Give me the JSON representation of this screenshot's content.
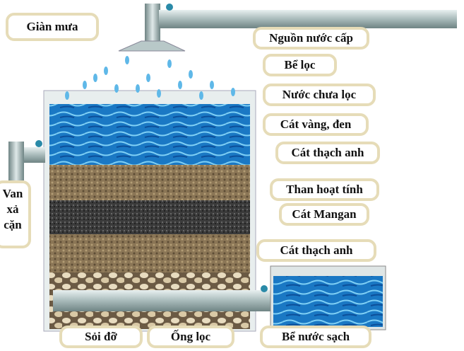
{
  "labels": {
    "rain": "Giàn mưa",
    "source": "Nguồn nước cấp",
    "tank": "Bể lọc",
    "raw_water": "Nước chưa lọc",
    "sand_yb": "Cát vàng, đen",
    "quartz1": "Cát thạch anh",
    "carbon": "Than hoạt tính",
    "manganese": "Cát Mangan",
    "quartz2": "Cát thạch anh",
    "valve": [
      "Van",
      "xả",
      "cặn"
    ],
    "gravel": "Sỏi đỡ",
    "pipe": "Ống lọc",
    "clean": "Bể nước sạch"
  },
  "colors": {
    "water": "#1e7fc8",
    "sand": "#8a7455",
    "carbon": "#3a3a3a",
    "label_border": "#e6dcb8",
    "pipe": "#9fb3b3"
  }
}
